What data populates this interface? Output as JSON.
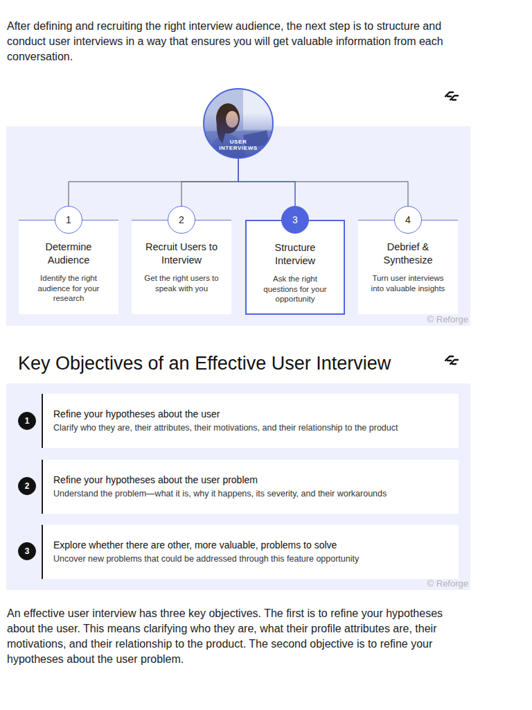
{
  "diagram": {
    "title": "Key Objectives of an Effective User Interview",
    "nodes": [
      {
        "text": [
          "USER INTERVIEWS"
        ]
      },
      {
        "text": [
          "© Reforge"
        ]
      },
      {
        "text": [
          "Determine Audience",
          "Identify the right audience for your research"
        ],
        "in": 1
      },
      {
        "text": [
          "1"
        ],
        "in": 2
      },
      {
        "text": [
          "Recruit Users to Interview",
          "Get the right users to speak with you"
        ],
        "in": 1
      },
      {
        "text": [
          "2"
        ],
        "in": 4
      },
      {
        "text": [
          "Structure Interview",
          "Ask the right questions for your opportunity"
        ],
        "in": 1
      },
      {
        "text": [
          "3"
        ],
        "in": 6
      },
      {
        "text": [
          "Debrief & Synthesize",
          "Turn user interviews into valuable insights"
        ],
        "in": 1
      },
      {
        "text": [
          "4"
        ],
        "in": 8
      },
      {
        "text": [
          "© Reforge"
        ]
      },
      {
        "text": [
          "1"
        ],
        "in": 10
      },
      {
        "text": [
          "Refine your hypotheses about the user",
          "Clarify who they are, their attributes, their motivations, and their relationship to the product"
        ],
        "in": 10
      },
      {
        "text": [
          "2"
        ],
        "in": 10
      },
      {
        "text": [
          "Refine your hypotheses about the user problem",
          "Understand the problem—what it is, why it happens, its severity, and their workarounds"
        ],
        "in": 10
      },
      {
        "text": [
          "3"
        ],
        "in": 10
      },
      {
        "text": [
          "Explore whether there are other, more valuable, problems to solve",
          "Uncover new problems that could be addressed through this feature opportunity"
        ],
        "in": 10
      }
    ],
    "edges": [
      {
        "from": 0,
        "to": 2,
        "arrow": "none"
      },
      {
        "from": 0,
        "to": 4,
        "arrow": "none"
      },
      {
        "from": 0,
        "to": 6,
        "arrow": "none"
      },
      {
        "from": 0,
        "to": 8,
        "arrow": "none"
      }
    ],
    "labels": [
      "After defining and recruiting the right interview audience, the next step is to structure and conduct user interviews in a way that ensures you will get valuable information from each conversation.",
      "An effective user interview has three key objectives. The first is to refine your hypotheses about the user. This means clarifying who they are, what their profile attributes are, their motivations, and their relationship to the product. The second objective is to refine your hypotheses about the user problem."
    ]
  }
}
